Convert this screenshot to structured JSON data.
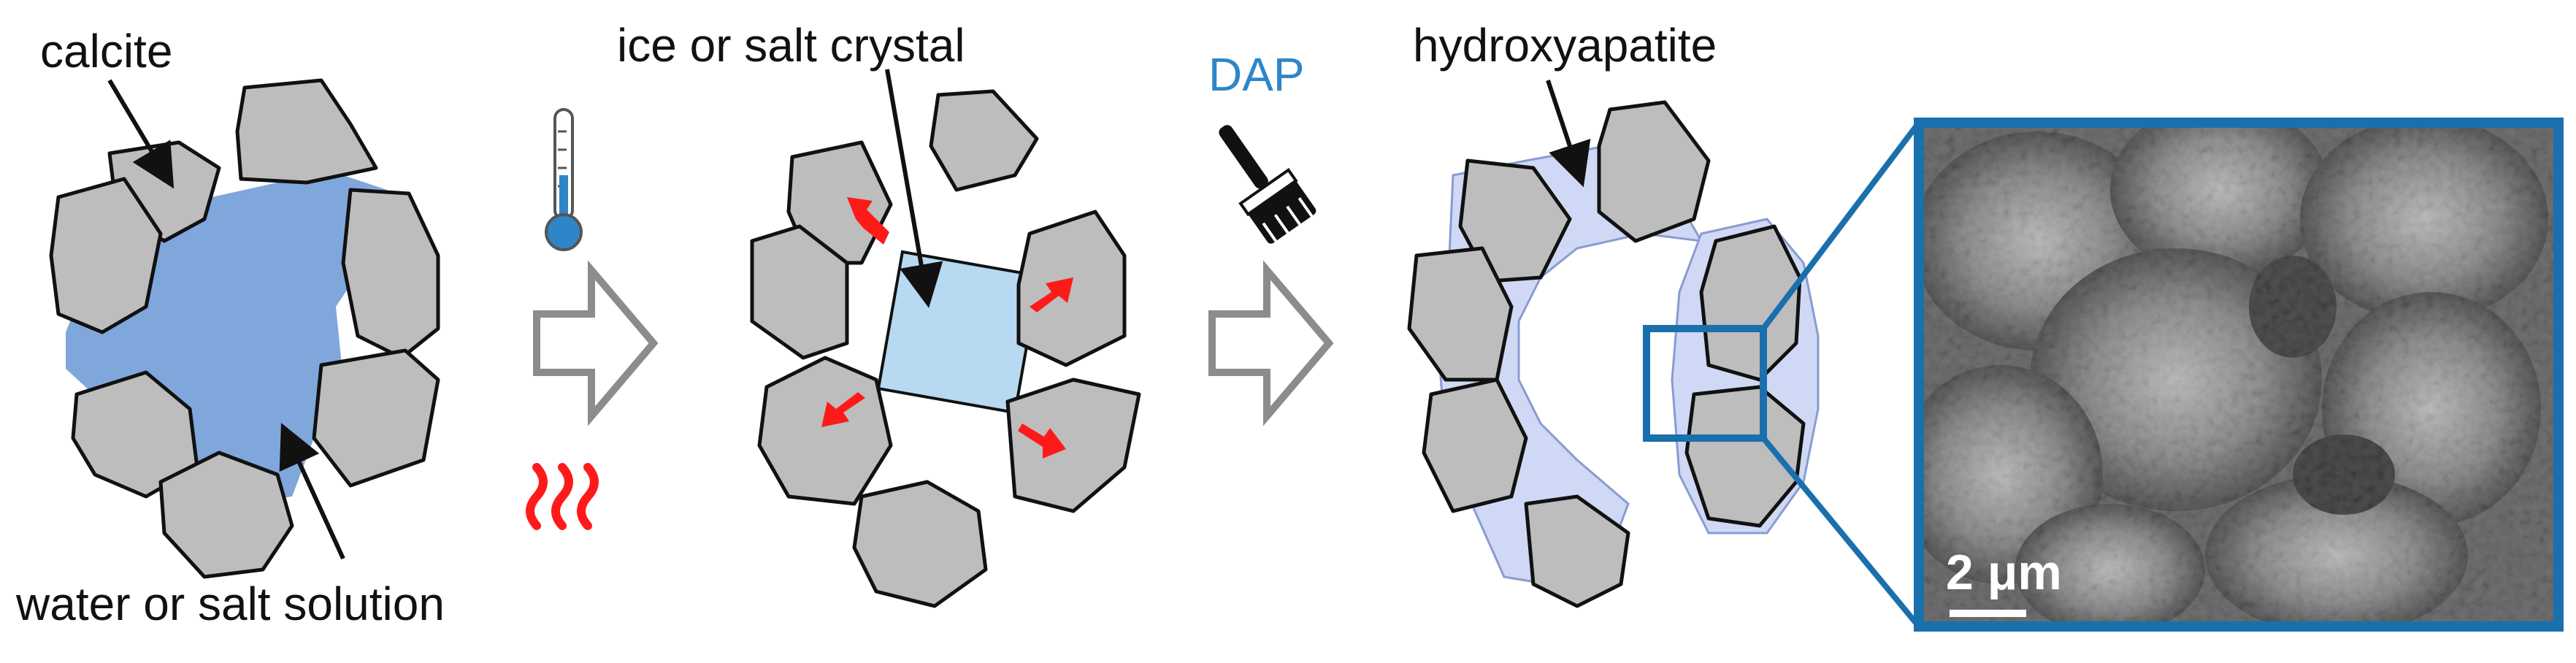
{
  "labels": {
    "calcite": "calcite",
    "water_solution": "water or salt solution",
    "crystal": "ice or salt crystal",
    "dap": "DAP",
    "hydroxyapatite": "hydroxyapatite",
    "scale_bar": "2 μm"
  },
  "colors": {
    "grain_fill": "#bdbdbd",
    "grain_stroke": "#111111",
    "solution_fill": "#7fa7dc",
    "crystal_fill": "#b7d9f2",
    "arrow_red": "#ff1a1a",
    "process_arrow": "#8c8c8c",
    "dap_blue": "#2e86c8",
    "frame_blue": "#1a6fad",
    "hap_coating": "#cfd9f5"
  },
  "icons": {
    "thermometer": "thermometer-icon",
    "heat": "heat-waves-icon",
    "brush": "paint-brush-icon"
  }
}
